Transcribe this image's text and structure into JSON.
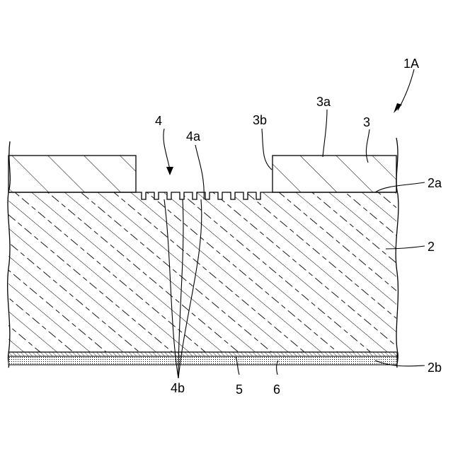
{
  "diagram": {
    "labels": {
      "assembly": "1A",
      "groove_region": "4",
      "groove": "4a",
      "groove_bottoms": "4b",
      "mask_edge": "3b",
      "mask_top": "3a",
      "mask": "3",
      "substrate_top": "2a",
      "substrate": "2",
      "substrate_bottom": "2b",
      "layer_5": "5",
      "layer_6": "6"
    }
  }
}
